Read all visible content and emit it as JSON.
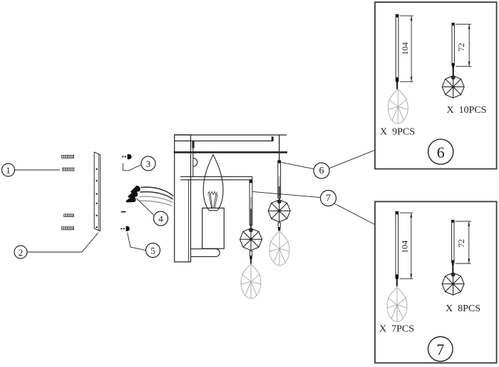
{
  "colors": {
    "line": "#222222",
    "light_gray": "#a6a6a6",
    "background": "#ffffff"
  },
  "callouts": {
    "c1": "1",
    "c2": "2",
    "c3": "3",
    "c4": "4",
    "c5": "5",
    "c6": "6",
    "c7": "7"
  },
  "detail_box_6": {
    "label": "6",
    "drop_pendant": {
      "length": "104",
      "qty": "X  9PCS"
    },
    "octagon_pendant": {
      "length": "72",
      "qty": "X  10PCS"
    }
  },
  "detail_box_7": {
    "label": "7",
    "drop_pendant": {
      "length": "104",
      "qty": "X  7PCS"
    },
    "octagon_pendant": {
      "length": "72",
      "qty": "X  8PCS"
    }
  }
}
